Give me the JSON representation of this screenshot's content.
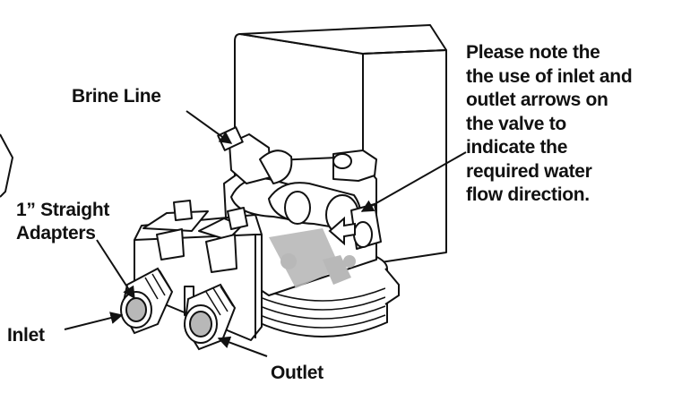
{
  "labels": {
    "brine_line": "Brine Line",
    "adapters_line1": "1” Straight",
    "adapters_line2": "Adapters",
    "inlet": "Inlet",
    "outlet": "Outlet"
  },
  "note": {
    "lines": [
      "Please note the",
      "the use of inlet and",
      "outlet arrows on",
      "the valve to",
      "indicate the",
      "required water",
      "flow direction."
    ]
  },
  "colors": {
    "ink": "#111111",
    "background": "#ffffff",
    "body_fill": "#ffffff",
    "shade": "#b8b8b8"
  }
}
